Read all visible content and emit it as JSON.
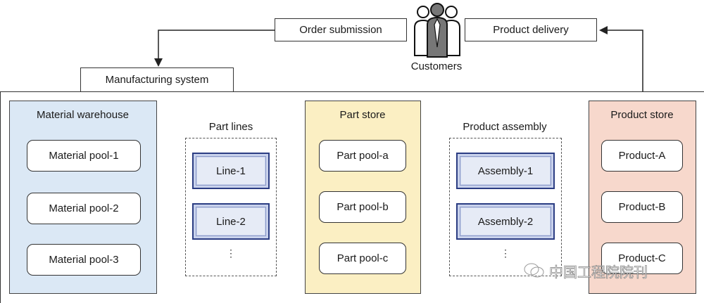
{
  "top": {
    "order_submission": "Order submission",
    "product_delivery": "Product delivery",
    "customers": "Customers",
    "manufacturing_system": "Manufacturing system"
  },
  "material_warehouse": {
    "title": "Material warehouse",
    "pools": [
      "Material pool-1",
      "Material pool-2",
      "Material pool-3"
    ],
    "color": "#dbe8f5"
  },
  "part_lines": {
    "title": "Part lines",
    "lines": [
      "Line-1",
      "Line-2"
    ],
    "ellipsis": "⋮"
  },
  "part_store": {
    "title": "Part store",
    "pools": [
      "Part pool-a",
      "Part pool-b",
      "Part pool-c"
    ],
    "color": "#fbefc3"
  },
  "product_assembly": {
    "title": "Product assembly",
    "lines": [
      "Assembly-1",
      "Assembly-2"
    ],
    "ellipsis": "⋮"
  },
  "product_store": {
    "title": "Product store",
    "products": [
      "Product-A",
      "Product-B",
      "Product-C"
    ],
    "color": "#f7d8cc"
  },
  "watermark": "中国工程院院刊"
}
